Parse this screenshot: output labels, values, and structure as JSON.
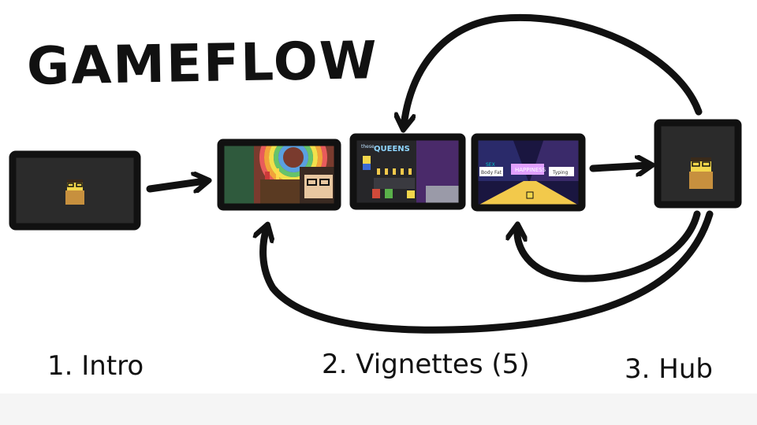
{
  "title": "GAMEFLOW",
  "stages": {
    "intro_label": "1. Intro",
    "vignettes_label": "2. Vignettes (5)",
    "hub_label": "3. Hub"
  },
  "screens": {
    "queens_sign_small": "these",
    "queens_sign": "QUEENS",
    "happiness_sign": "HAPPINESS",
    "body_fat_sign": "Body Fat",
    "typing_sign": "Typing",
    "sex_sign": "SEX"
  },
  "colors": {
    "ink": "#111111",
    "screen_dark": "#2b2b2b",
    "character_yellow": "#f2d64b",
    "character_shirt": "#c7903e",
    "footer": "#f5f5f5"
  }
}
